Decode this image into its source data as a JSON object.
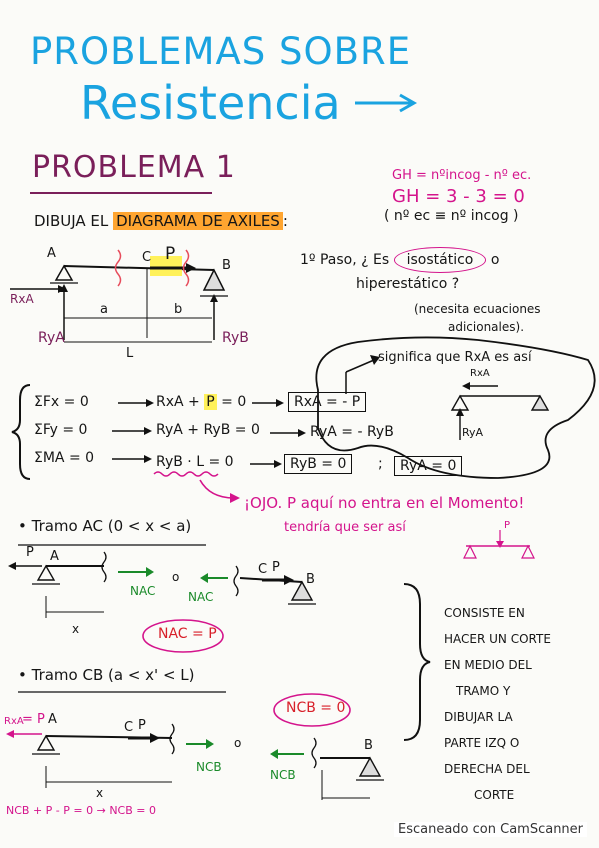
{
  "title": {
    "line1": "PROBLEMAS SOBRE",
    "line2": "Resistencia"
  },
  "problem": {
    "heading": "PROBLEMA 1",
    "prompt": "DIBUJA EL DIAGRAMA DE AXILES:",
    "prompt_pre": "DIBUJA EL",
    "prompt_hl": "DIAGRAMA DE AXILES",
    "prompt_post": ":"
  },
  "gh": {
    "line1": "GH = nºincog - nº ec.",
    "line2": "GH = 3 - 3 = 0",
    "line3": "( nº ec ≡ nº incog )"
  },
  "step1": {
    "line1_a": "1º Paso, ¿ Es",
    "line1_circ": "isostático",
    "line1_b": "o",
    "line2": "hiperestático ?",
    "line3": "(necesita ecuaciones",
    "line4": "adicionales)."
  },
  "beam": {
    "A": "A",
    "B": "B",
    "C": "C",
    "P": "P",
    "Rxa": "RxA",
    "Rya": "RyA",
    "Ryb": "RyB",
    "a": "a",
    "b": "b",
    "L": "L"
  },
  "equations": {
    "eq1_lhs": "ΣFx = 0",
    "eq1_mid": "RxA +",
    "eq1_p": "P",
    "eq1_rhs": "= 0",
    "eq1_box": "RxA = - P",
    "eq2_lhs": "ΣFy = 0",
    "eq2_mid": "RyA + RyB = 0",
    "eq2_rhs": "RyA = - RyB",
    "eq3_lhs": "ΣMA = 0",
    "eq3_mid": "RyB · L = 0",
    "eq3_box1": "RyB = 0",
    "eq3_sep": ";",
    "eq3_box2": "RyA = 0"
  },
  "signifies": {
    "text": "significa que RxA es así",
    "Rxa": "RxA",
    "Rya": "RyA"
  },
  "ojo": {
    "line1": "¡OJO. P aquí no entra en el Momento!",
    "line2": "tendría que ser así",
    "P": "P"
  },
  "tramo_ac": {
    "heading": "• Tramo AC (0 < x < a)",
    "P": "P",
    "A": "A",
    "C": "C",
    "P2": "P",
    "B": "B",
    "N1": "NAC",
    "N2": "NAC",
    "x": "x",
    "o": "o",
    "result": "NAC = P"
  },
  "tramo_cb": {
    "heading": "• Tramo CB (a < x' < L)",
    "Rxa": "RxA",
    "eqP": "= P",
    "A": "A",
    "C": "C",
    "P": "P",
    "B": "B",
    "N1": "NCB",
    "N2": "NCB",
    "x": "x",
    "o": "o",
    "result": "NCB = 0",
    "bottom_eq": "NCB + P - P = 0 → NCB = 0"
  },
  "consiste": {
    "lines": [
      "CONSISTE EN",
      "HACER UN CORTE",
      "EN MEDIO DEL",
      "TRAMO Y",
      "DIBUJAR LA",
      "PARTE IZQ O",
      "DERECHA DEL",
      "CORTE"
    ]
  },
  "footer": {
    "scanner": "Escaneado con CamScanner"
  }
}
